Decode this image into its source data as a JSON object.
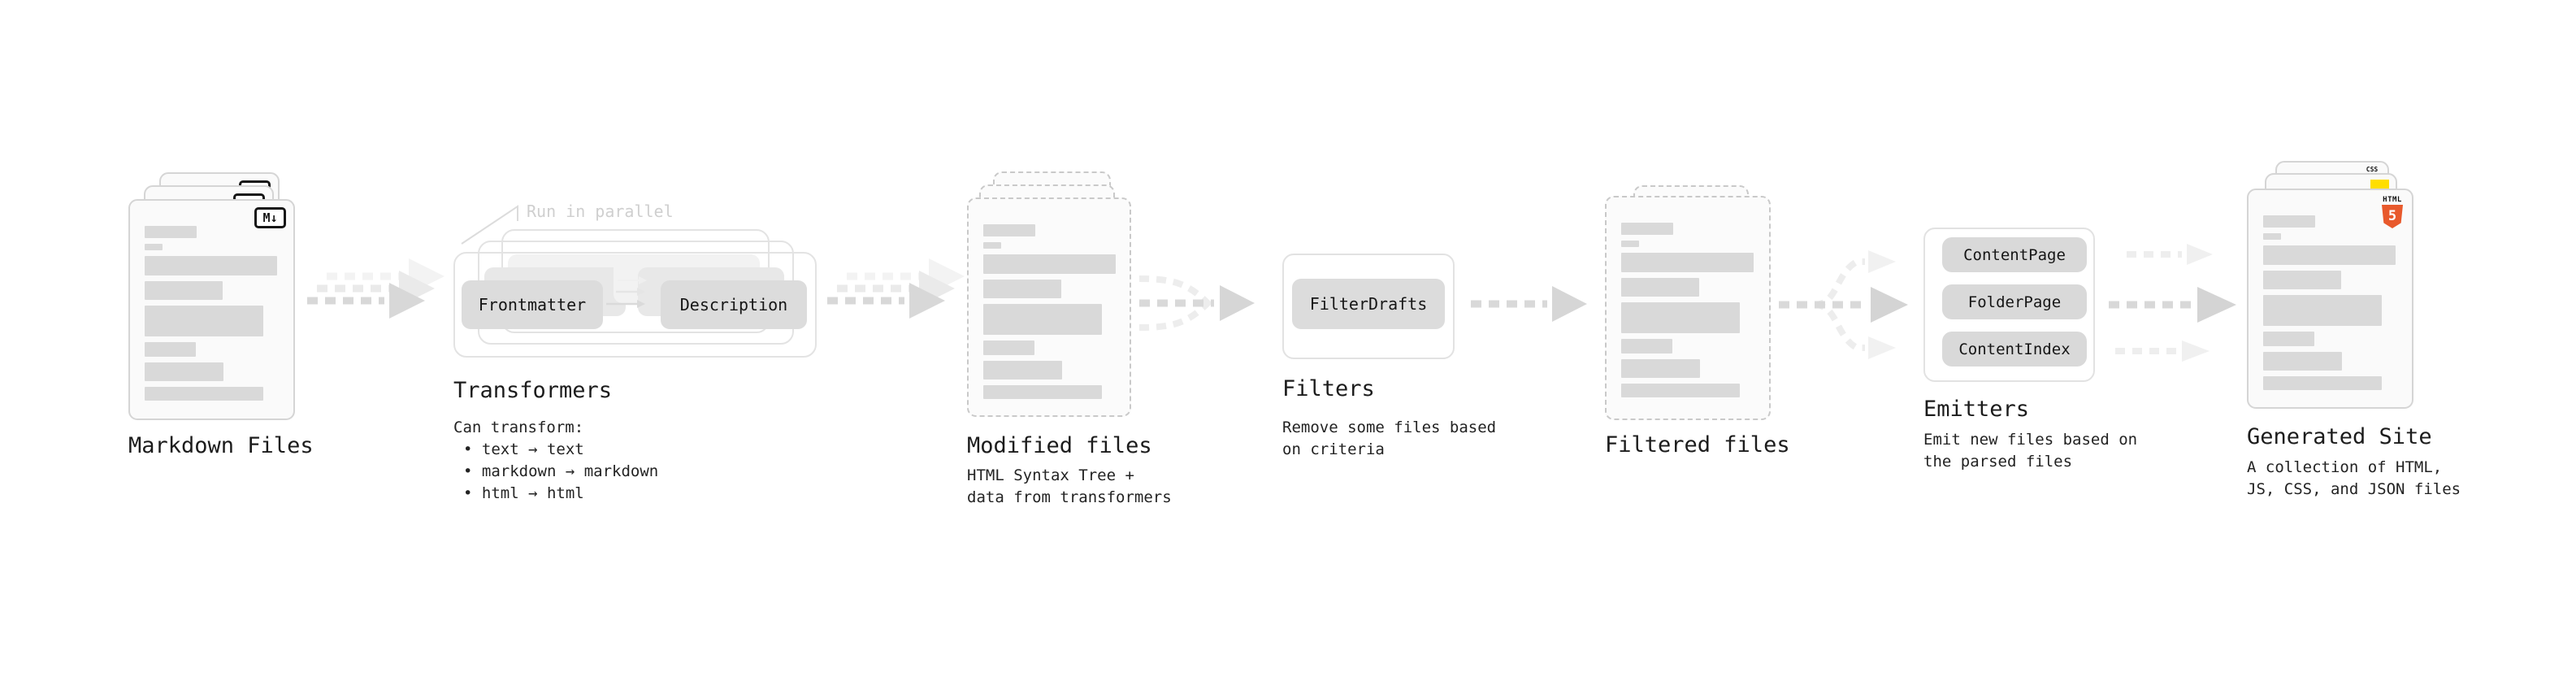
{
  "colors": {
    "css_blue": "#2160e5",
    "js_yellow": "#ffde00",
    "html5_orange": "#e8592c",
    "arrow_gray": "#d8d8d8"
  },
  "stages": {
    "markdown": {
      "label": "Markdown Files",
      "badge": "M↓"
    },
    "transformers": {
      "title": "Transformers",
      "annotation": "Run in parallel",
      "left_button": "Frontmatter",
      "right_button": "Description",
      "desc_heading": "Can transform:",
      "bullets": [
        "text → text",
        "markdown → markdown",
        "html → html"
      ]
    },
    "modified": {
      "label": "Modified files",
      "desc": [
        "HTML Syntax Tree +",
        "data from transformers"
      ]
    },
    "filters": {
      "title": "Filters",
      "button": "FilterDrafts",
      "desc": [
        "Remove some files based",
        "on criteria"
      ]
    },
    "filtered": {
      "label": "Filtered files"
    },
    "emitters": {
      "title": "Emitters",
      "buttons": [
        "ContentPage",
        "FolderPage",
        "ContentIndex"
      ],
      "desc": [
        "Emit new files based on",
        "the parsed files"
      ]
    },
    "generated": {
      "label": "Generated Site",
      "desc": [
        "A collection of HTML,",
        "JS, CSS, and JSON files"
      ],
      "badges": {
        "css": "CSS",
        "html_word": "HTML",
        "html_number": "5"
      }
    }
  }
}
